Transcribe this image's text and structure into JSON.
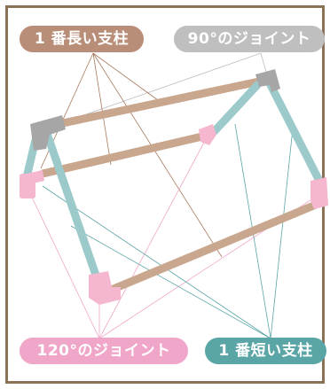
{
  "labels": {
    "longest_pole": "1 番長い支柱",
    "joint_90": "90°のジョイント",
    "joint_120": "120°のジョイント",
    "shortest_pole": "1 番短い支柱"
  },
  "colors": {
    "frame": "#8a7257",
    "longest_pole": "#c9a68e",
    "longest_pole_label": "#b88e78",
    "shortest_pole": "#9ccaca",
    "shortest_pole_label": "#5aa5a5",
    "joint_90": "#a6a6a6",
    "joint_90_label": "#bfbfbf",
    "joint_120": "#f5b6cf",
    "joint_120_label": "#f0a6c8",
    "longest_leader": "#a87a5e",
    "shortest_leader": "#5aa5a5",
    "joint_90_leader": "#bdbdbd",
    "joint_120_leader": "#f0a6c8"
  }
}
